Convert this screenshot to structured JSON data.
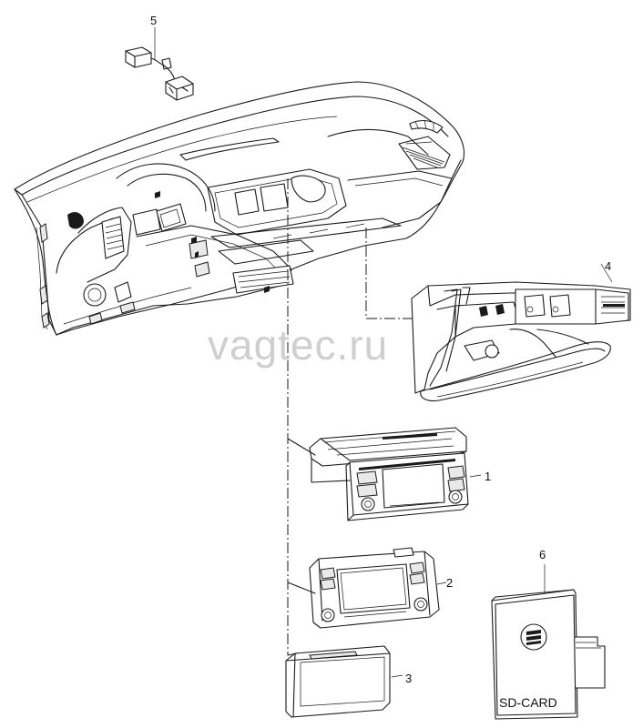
{
  "watermark": "vagtec.ru",
  "callouts": [
    {
      "id": "1",
      "label": "1"
    },
    {
      "id": "2",
      "label": "2"
    },
    {
      "id": "3",
      "label": "3"
    },
    {
      "id": "4",
      "label": "4"
    },
    {
      "id": "5",
      "label": "5"
    },
    {
      "id": "6",
      "label": "6"
    }
  ],
  "sd_card_label": "SD-CARD"
}
